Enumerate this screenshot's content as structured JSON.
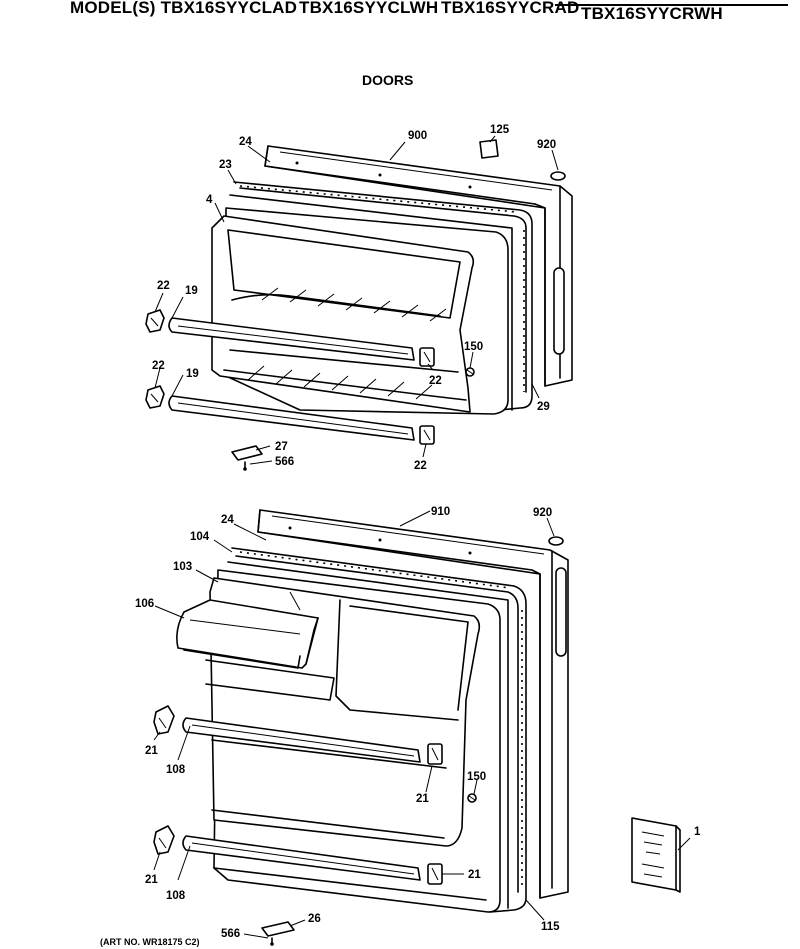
{
  "header": {
    "models": [
      "MODEL(S) TBX16SYYCLAD",
      "TBX16SYYCLWH",
      "TBX16SYYCRAD",
      "TBX16SYYCRWH"
    ]
  },
  "section_title": "DOORS",
  "art_no": "(ART NO. WR18175 C2)",
  "callouts": {
    "freezer": {
      "c900": "900",
      "c125": "125",
      "c920": "920",
      "c24": "24",
      "c23": "23",
      "c4": "4",
      "c22a": "22",
      "c19a": "19",
      "c22b": "22",
      "c150": "150",
      "c22c": "22",
      "c19b": "19",
      "c29": "29",
      "c27": "27",
      "c566": "566",
      "c22d": "22"
    },
    "fresh_food": {
      "c910": "910",
      "c920": "920",
      "c24": "24",
      "c104": "104",
      "c103": "103",
      "c106": "106",
      "c21a": "21",
      "c108a": "108",
      "c150": "150",
      "c21b": "21",
      "c21c": "21",
      "c108b": "108",
      "c21d": "21",
      "c1": "1",
      "c115": "115",
      "c566": "566",
      "c26": "26"
    }
  }
}
